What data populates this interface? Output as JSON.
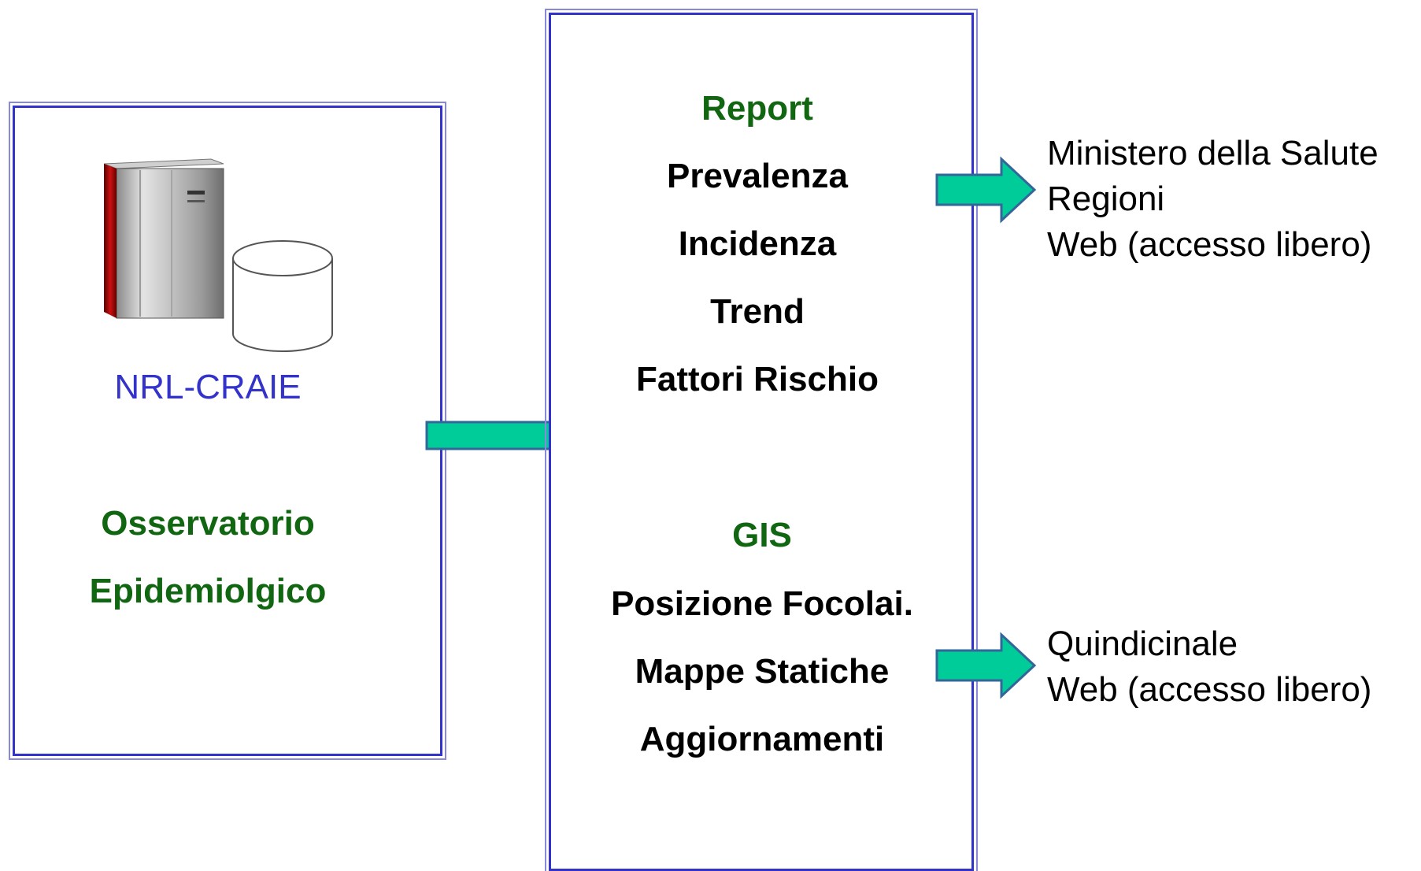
{
  "left_panel": {
    "server_label": "NRL-CRAIE",
    "title_line1": "Osservatorio",
    "title_line2": "Epidemiolgico"
  },
  "center_panel": {
    "report_heading": "Report",
    "report_items": [
      "Prevalenza",
      "Incidenza",
      "Trend",
      "Fattori Rischio"
    ],
    "gis_heading": "GIS",
    "gis_items": [
      "Posizione Focolai.",
      "Mappe Statiche",
      "Aggiornamenti"
    ]
  },
  "outputs": {
    "report_targets": [
      "Ministero della Salute",
      "Regioni",
      "Web (accesso libero)"
    ],
    "gis_targets": [
      "Quindicinale",
      "Web (accesso libero)"
    ]
  },
  "colors": {
    "box_border": "#3333cc",
    "arrow_fill": "#00cc99",
    "arrow_stroke": "#336699",
    "heading_green": "#116611",
    "label_blue": "#3333cc"
  },
  "icons": [
    "server-icon",
    "database-icon"
  ]
}
